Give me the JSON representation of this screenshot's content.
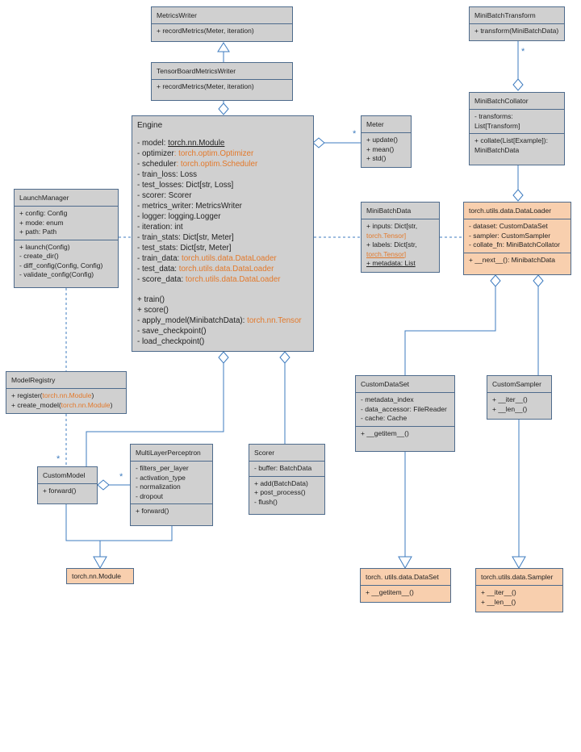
{
  "classes": {
    "metrics_writer": {
      "name": "MetricsWriter",
      "methods": [
        "+ recordMetrics(Meter, iteration)"
      ]
    },
    "tensorboard_metrics_writer": {
      "name": "TensorBoardMetricsWriter",
      "methods": [
        "+ recordMetrics(Meter, iteration)"
      ]
    },
    "mini_batch_transform": {
      "name": "MiniBatchTransform",
      "methods": [
        "+ transform(MiniBatchData)"
      ]
    },
    "mini_batch_collator": {
      "name": "MiniBatchCollator",
      "attributes": [
        "- transforms:",
        "List[Transform]"
      ],
      "methods": [
        "+ collate(List[Example]):",
        "MiniBatchData"
      ]
    },
    "engine": {
      "name": "Engine",
      "attributes": [
        {
          "text": "- model: ",
          "type": "torch.nn.Module",
          "style": "underline"
        },
        {
          "text": "- optimizer",
          "type": ": torch.optim.Optimizer",
          "style": "orange"
        },
        {
          "text": "- scheduler",
          "type": ": torch.optim.Scheduler",
          "style": "orange"
        },
        {
          "text": "- train_loss: Loss"
        },
        {
          "text": "- test_losses: Dict[str, Loss]"
        },
        {
          "text": "- scorer: Scorer"
        },
        {
          "text": "- metrics_writer: MetricsWriter"
        },
        {
          "text": "- logger: logging.Logger"
        },
        {
          "text": "- iteration: int"
        },
        {
          "text": "- train_stats: Dict[str, Meter]"
        },
        {
          "text": "- test_stats: Dict[str, Meter]"
        },
        {
          "text": "- train_data: ",
          "type": "torch.utils.data.DataLoader",
          "style": "orange"
        },
        {
          "text": "- test_data: ",
          "type": "torch.utils.data.DataLoader",
          "style": "orange"
        },
        {
          "text": "- score_data: ",
          "type": "torch.utils.data.DataLoader",
          "style": "orange"
        }
      ],
      "methods": [
        {
          "text": "+ train()"
        },
        {
          "text": "+ score()"
        },
        {
          "text": "- apply_model(MinibatchData): ",
          "type": "torch.nn.Tensor",
          "style": "orange"
        },
        {
          "text": "- save_checkpoint()"
        },
        {
          "text": "- load_checkpoint()"
        }
      ]
    },
    "meter": {
      "name": "Meter",
      "methods": [
        "+ update()",
        "+ mean()",
        "+ std()"
      ]
    },
    "launch_manager": {
      "name": "LaunchManager",
      "attributes": [
        "+ config: Config",
        "+ mode: enum",
        "+ path: Path"
      ],
      "methods": [
        "+ launch(Config)",
        "- create_dir()",
        "- diff_config(Config, Config)",
        "- validate_config(Config)"
      ]
    },
    "mini_batch_data": {
      "name": "MiniBatchData",
      "lines": [
        {
          "text": "+ inputs: Dict[str,"
        },
        {
          "text": "torch.Tensor]",
          "style": "orange"
        },
        {
          "text": "+ labels: Dict[str,"
        },
        {
          "text": "torch.Tensor]",
          "style": "orange-underline"
        },
        {
          "text": "+ metadata: List",
          "style": "underline"
        }
      ]
    },
    "data_loader": {
      "name": "torch.utils.data.DataLoader",
      "attributes": [
        "- dataset: CustomDataSet",
        "- sampler: CustomSampler",
        "- collate_fn: MiniBatchCollator"
      ],
      "methods": [
        "+ __next__(): MinibatchData"
      ]
    },
    "model_registry": {
      "name": "ModelRegistry",
      "methods": [
        {
          "text": "+ register(",
          "type": "torch.nn.Module",
          "end": ")"
        },
        {
          "text": "+ create_model(",
          "type": "torch.nn.Module",
          "end": ")"
        }
      ]
    },
    "custom_dataset": {
      "name": "CustomDataSet",
      "attributes": [
        "- metadata_index",
        "- data_accessor: FileReader",
        "- cache: Cache"
      ],
      "methods": [
        "+ __getitem__()"
      ]
    },
    "custom_sampler": {
      "name": "CustomSampler",
      "methods": [
        "+ __iter__()",
        "+ __len__()"
      ]
    },
    "multilayer_perceptron": {
      "name": "MultiLayerPerceptron",
      "attributes": [
        "- filters_per_layer",
        "- activation_type",
        "- normalization",
        "- dropout"
      ],
      "methods": [
        "+ forward()"
      ]
    },
    "scorer": {
      "name": "Scorer",
      "attributes": [
        "- buffer: BatchData"
      ],
      "methods": [
        "+ add(BatchData)",
        "+ post_process()",
        "- flush()"
      ]
    },
    "custom_model": {
      "name": "CustomModel",
      "methods": [
        "+ forward()"
      ]
    },
    "torch_module": {
      "name": "torch.nn.Module"
    },
    "torch_dataset": {
      "name": "torch. utils.data.DataSet",
      "methods": [
        "+ __getitem__()"
      ]
    },
    "torch_sampler": {
      "name": "torch.utils.data.Sampler",
      "methods": [
        "+ __iter__()",
        "+ __len__()"
      ]
    }
  },
  "multiplicity": {
    "many": "*"
  },
  "colors": {
    "border": "#4e6b8c",
    "box": "#d0d0d0",
    "torch_box": "#f8cfae",
    "type_highlight": "#e3792b",
    "edge": "#3d7bbf"
  }
}
